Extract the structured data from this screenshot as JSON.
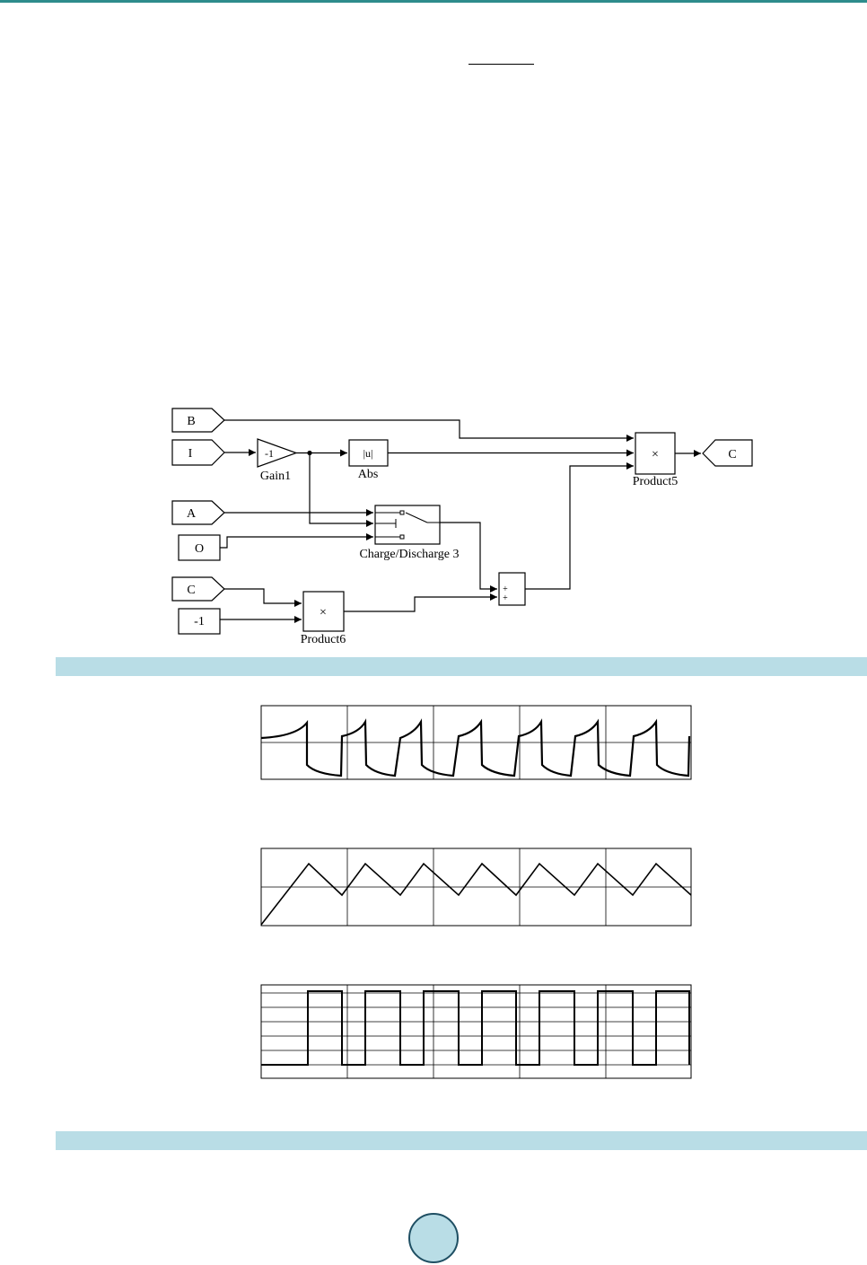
{
  "diagram": {
    "tags_in": {
      "b": "B",
      "i": "I",
      "a": "A",
      "c": "C"
    },
    "constants": {
      "zero": "O",
      "minus_one": "-1"
    },
    "tag_out": "C",
    "blocks": {
      "gain_value": "-1",
      "gain_name": "Gain1",
      "abs_symbol": "|u|",
      "abs_name": "Abs",
      "switch_name": "Charge/Discharge 3",
      "product5_symbol": "×",
      "product5_name": "Product5",
      "product6_symbol": "×",
      "product6_name": "Product6",
      "sum_sign_top": "+",
      "sum_sign_bottom": "+"
    }
  },
  "plots": [
    {
      "shape": "exponential-square-wave"
    },
    {
      "shape": "triangle-wave"
    },
    {
      "shape": "square-pulses"
    }
  ]
}
